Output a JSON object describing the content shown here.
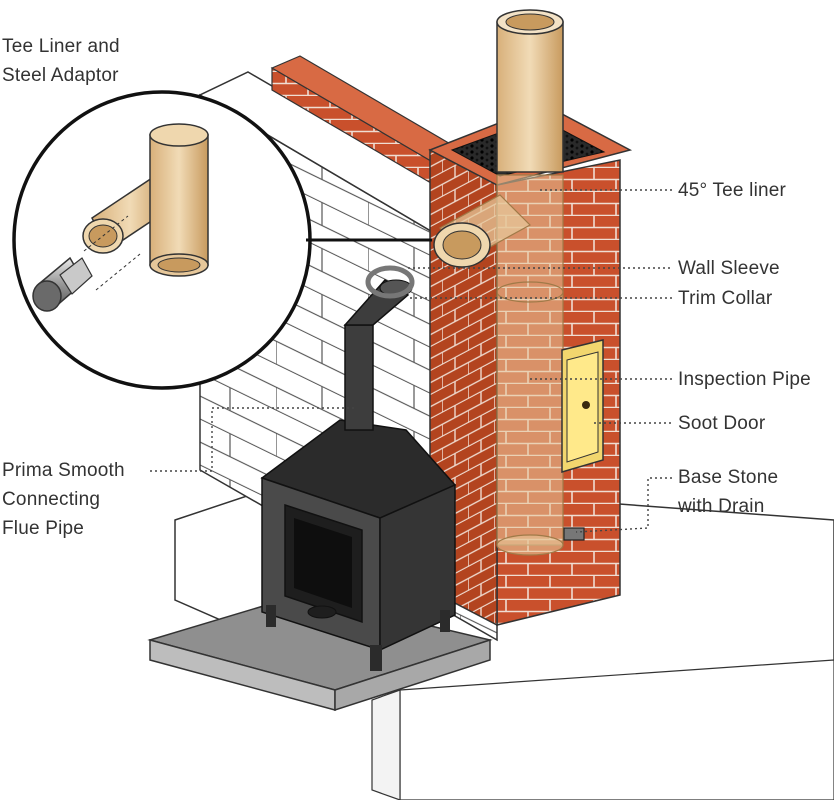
{
  "labels": {
    "tee_liner_adaptor": "Tee Liner and\nSteel Adaptor",
    "tee_45": "45° Tee liner",
    "wall_sleeve": "Wall Sleeve",
    "trim_collar": "Trim Collar",
    "inspection_pipe": "Inspection Pipe",
    "soot_door": "Soot Door",
    "base_stone": "Base Stone\nwith Drain",
    "connecting_flue": "Prima Smooth\nConnecting\nFlue Pipe"
  },
  "colors": {
    "brick": "#c9502c",
    "mortar": "#f0ddd2",
    "liner": "#e6c79a",
    "stove": "#3d3d3d",
    "hearth": "#8f8f8f",
    "wall": "#ffffff",
    "door": "#f2d66e",
    "outline": "#222222",
    "leader": "#444444"
  }
}
